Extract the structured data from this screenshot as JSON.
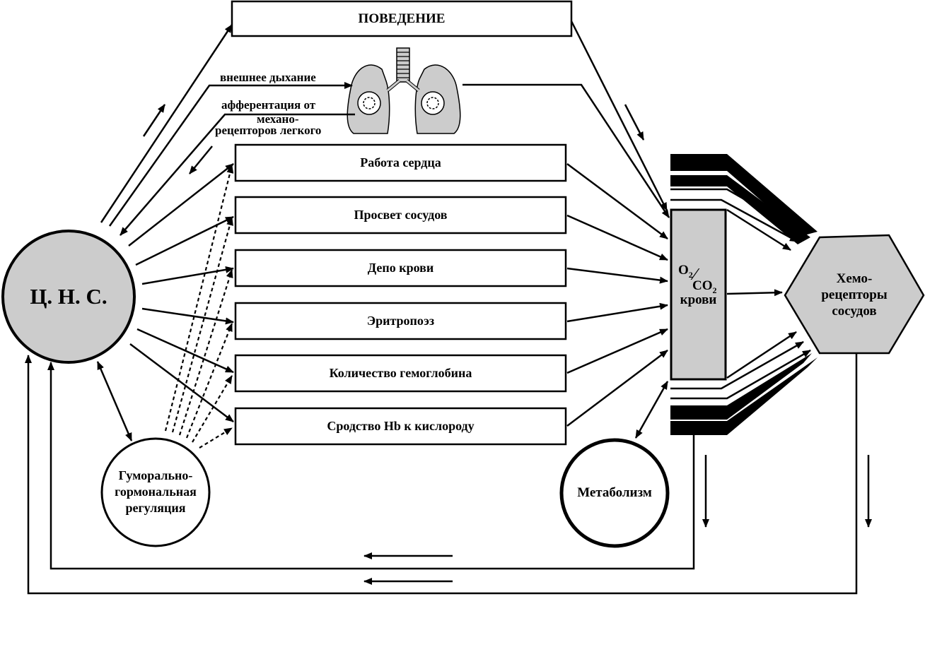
{
  "nodes": {
    "behavior": "ПОВЕДЕНИЕ",
    "cns": "Ц. Н. С.",
    "heart_work": "Работа сердца",
    "vessel_lumen": "Просвет сосудов",
    "blood_depot": "Депо крови",
    "erythropoiesis": "Эритропоэз",
    "hemoglobin_amount": "Количество гемоглобина",
    "hb_affinity": "Сродство Hb к кислороду",
    "humoral_line1": "Гуморально-",
    "humoral_line2": "гормональная",
    "humoral_line3": "регуляция",
    "metabolism": "Метаболизм",
    "blood_gas_o2": "O",
    "blood_gas_o2_sub": "2",
    "blood_gas_slash": "⁄",
    "blood_gas_co2": "CO",
    "blood_gas_co2_sub": "2",
    "blood_gas_word": "крови",
    "chemo_line1": "Хемо-",
    "chemo_line2": "рецепторы",
    "chemo_line3": "сосудов"
  },
  "labels": {
    "external_breathing": "внешнее дыхание",
    "afferent_line1": "афферентация от",
    "afferent_line2": "механо-",
    "afferent_line3": "рецепторов легкого"
  },
  "icons": {
    "lungs": "lungs-icon"
  },
  "colors": {
    "node_fill": "#cccccc",
    "stroke": "#000000",
    "background": "#ffffff"
  }
}
